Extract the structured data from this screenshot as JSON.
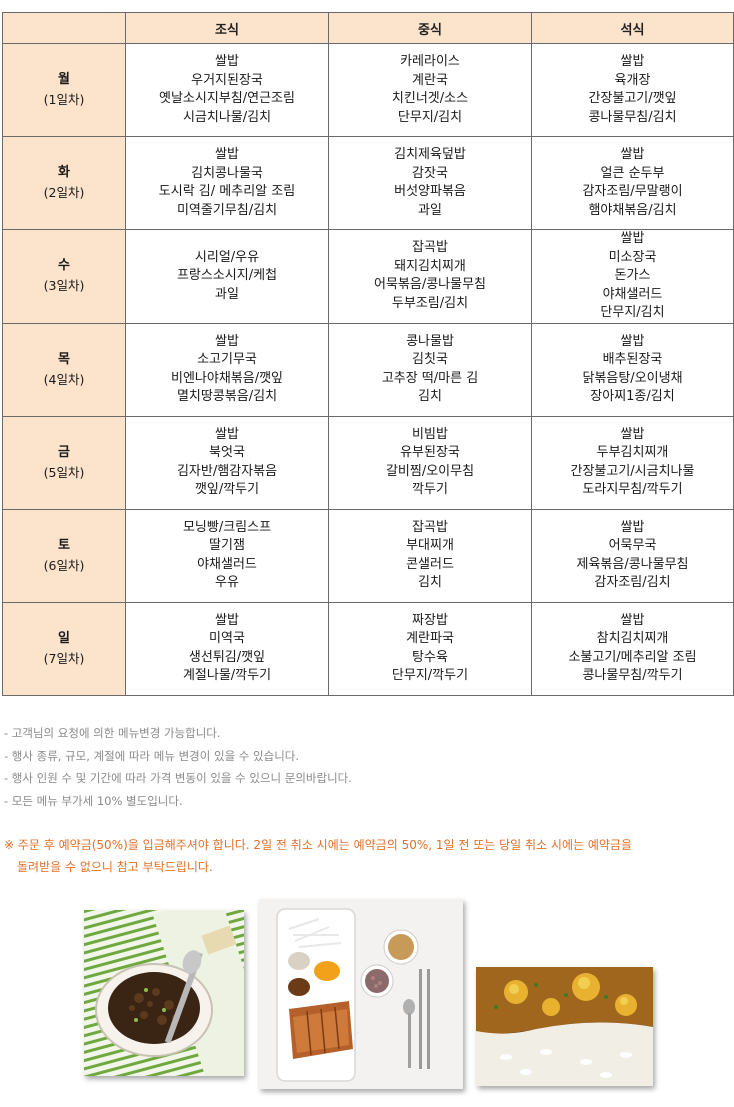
{
  "table": {
    "headers": [
      "조식",
      "중식",
      "석식"
    ],
    "rows": [
      {
        "day": "월",
        "num": "(1일차)",
        "breakfast": [
          "쌀밥",
          "우거지된장국",
          "옛날소시지부침/연근조림",
          "시금치나물/김치"
        ],
        "lunch": [
          "카레라이스",
          "계란국",
          "치킨너겟/소스",
          "단무지/김치"
        ],
        "dinner": [
          "쌀밥",
          "육개장",
          "간장불고기/깻잎",
          "콩나물무침/김치"
        ]
      },
      {
        "day": "화",
        "num": "(2일차)",
        "breakfast": [
          "쌀밥",
          "김치콩나물국",
          "도시락 김/ 메추리알 조림",
          "미역줄기무침/김치"
        ],
        "lunch": [
          "김치제육덮밥",
          "감잣국",
          "버섯양파볶음",
          "과일"
        ],
        "dinner": [
          "쌀밥",
          "얼큰 순두부",
          "감자조림/무말랭이",
          "햄야채볶음/김치"
        ]
      },
      {
        "day": "수",
        "num": "(3일차)",
        "breakfast": [
          "시리얼/우유",
          "프랑스소시지/케첩",
          "과일"
        ],
        "lunch": [
          "잡곡밥",
          "돼지김치찌개",
          "어묵볶음/콩나물무침",
          "두부조림/김치"
        ],
        "dinner": [
          "쌀밥",
          "미소장국",
          "돈가스",
          "야채샐러드",
          "단무지/김치"
        ]
      },
      {
        "day": "목",
        "num": "(4일차)",
        "breakfast": [
          "쌀밥",
          "소고기무국",
          "비엔나야채볶음/깻잎",
          "멸치땅콩볶음/김치"
        ],
        "lunch": [
          "콩나물밥",
          "김칫국",
          "고추장 떡/마른 김",
          "김치"
        ],
        "dinner": [
          "쌀밥",
          "배추된장국",
          "닭볶음탕/오이냉채",
          "장아찌1종/김치"
        ]
      },
      {
        "day": "금",
        "num": "(5일차)",
        "breakfast": [
          "쌀밥",
          "북엇국",
          "김자반/햄감자볶음",
          "깻잎/깍두기"
        ],
        "lunch": [
          "비빔밥",
          "유부된장국",
          "갈비찜/오이무침",
          "깍두기"
        ],
        "dinner": [
          "쌀밥",
          "두부김치찌개",
          "간장불고기/시금치나물",
          "도라지무침/깍두기"
        ]
      },
      {
        "day": "토",
        "num": "(6일차)",
        "breakfast": [
          "모닝빵/크림스프",
          "딸기잼",
          "야채샐러드",
          "우유"
        ],
        "lunch": [
          "잡곡밥",
          "부대찌개",
          "콘샐러드",
          "김치"
        ],
        "dinner": [
          "쌀밥",
          "어묵무국",
          "제육볶음/콩나물무침",
          "감자조림/김치"
        ]
      },
      {
        "day": "일",
        "num": "(7일차)",
        "breakfast": [
          "쌀밥",
          "미역국",
          "생선튀김/깻잎",
          "계절나물/깍두기"
        ],
        "lunch": [
          "짜장밥",
          "계란파국",
          "탕수육",
          "단무지/깍두기"
        ],
        "dinner": [
          "쌀밥",
          "참치김치찌개",
          "소불고기/메추리알 조림",
          "콩나물무침/깍두기"
        ]
      }
    ]
  },
  "notes": [
    "- 고객님의 요청에 의한 메뉴변경 가능합니다.",
    "- 행사 종류, 규모, 계절에 따라 메뉴 변경이 있을 수 있습니다.",
    "- 행사 인원 수 및 기간에 따라 가격 변동이 있을 수 있으니 문의바랍니다.",
    "- 모든 메뉴 부가세 10% 별도입니다."
  ],
  "warning": {
    "line1": "※ 주문 후 예약금(50%)을 입금해주셔야 합니다. 2일 전 취소 시에는 예약금의 50%,  1일 전 또는 당일 취소 시에는 예약금을",
    "line2": "돌려받을 수 없으니 참고 부탁드립니다."
  },
  "colors": {
    "header_bg": "#fbe3cc",
    "border": "#6a6a6a",
    "note_text": "#8a8a8a",
    "warning_text": "#e0702a"
  },
  "photos": [
    {
      "icon": "jajang-rice-photo"
    },
    {
      "icon": "pork-cutlet-tray-photo"
    },
    {
      "icon": "curry-rice-photo"
    }
  ]
}
